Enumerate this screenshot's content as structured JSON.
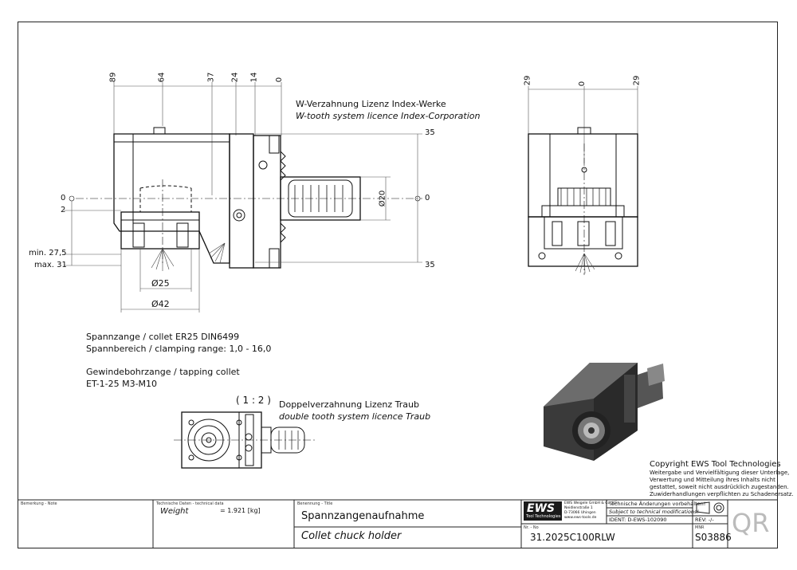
{
  "dimensions": {
    "side_top": [
      "89",
      "64",
      "37",
      "24",
      "14",
      "0"
    ],
    "side_right": [
      "35",
      "0",
      "35"
    ],
    "side_left": [
      "0",
      "2",
      "min. 27,5",
      "max. 31"
    ],
    "dia_shank": "Ø20",
    "dia_collet_inner": "Ø25",
    "dia_collet_outer": "Ø42",
    "front_top": [
      "29",
      "0",
      "29"
    ],
    "scale": "( 1 : 2 )"
  },
  "notes": {
    "wtooth_de": "W-Verzahnung Lizenz Index-Werke",
    "wtooth_en": "W-tooth system licence Index-Corporation",
    "collet_line1": "Spannzange / collet   ER25   DIN6499",
    "collet_line2": "Spannbereich / clamping range: 1,0 - 16,0",
    "tapping_line1": "Gewindebohrzange / tapping collet",
    "tapping_line2": "ET-1-25   M3-M10",
    "double_de": "Doppelverzahnung Lizenz Traub",
    "double_en": "double tooth system licence Traub"
  },
  "copyright": {
    "title": "Copyright EWS Tool Technologies",
    "lines": [
      "Weitergabe und Vervielfältigung dieser Unterlage,",
      "Verwertung und Mitteilung ihres Inhalts nicht",
      "gestattet, soweit nicht ausdrücklich zugestanden.",
      "Zuwiderhandlungen verpflichten zu Schadenersatz."
    ]
  },
  "title_block": {
    "remark_label": "Bemerkung - Note",
    "techdata_label": "Technische Daten - technical data",
    "weight_label": "Weight",
    "weight_value": "= 1.921 [kg]",
    "name_label": "Benennung - Title",
    "name_de": "Spannzangenaufnahme",
    "name_en": "Collet chuck holder",
    "logo": "EWS",
    "logo_sub": "Tool Technologies",
    "company_lines": [
      "EWS Weigele GmbH & Co. KG",
      "Neidlenstraße 1",
      "D-73066 Uhingen",
      "www.ews-tools.de"
    ],
    "change_de": "Technische Änderungen vorbehalten!",
    "change_en": "Subject to technical modifications!",
    "ident": "IDENT: D-EWS-102090",
    "rev": "REV: -/-",
    "nr_label": "Nr. - No",
    "nr_value": "31.2025C100RLW",
    "mnr_label": "MNR",
    "mnr_value": "S03886",
    "qr": "QR"
  }
}
